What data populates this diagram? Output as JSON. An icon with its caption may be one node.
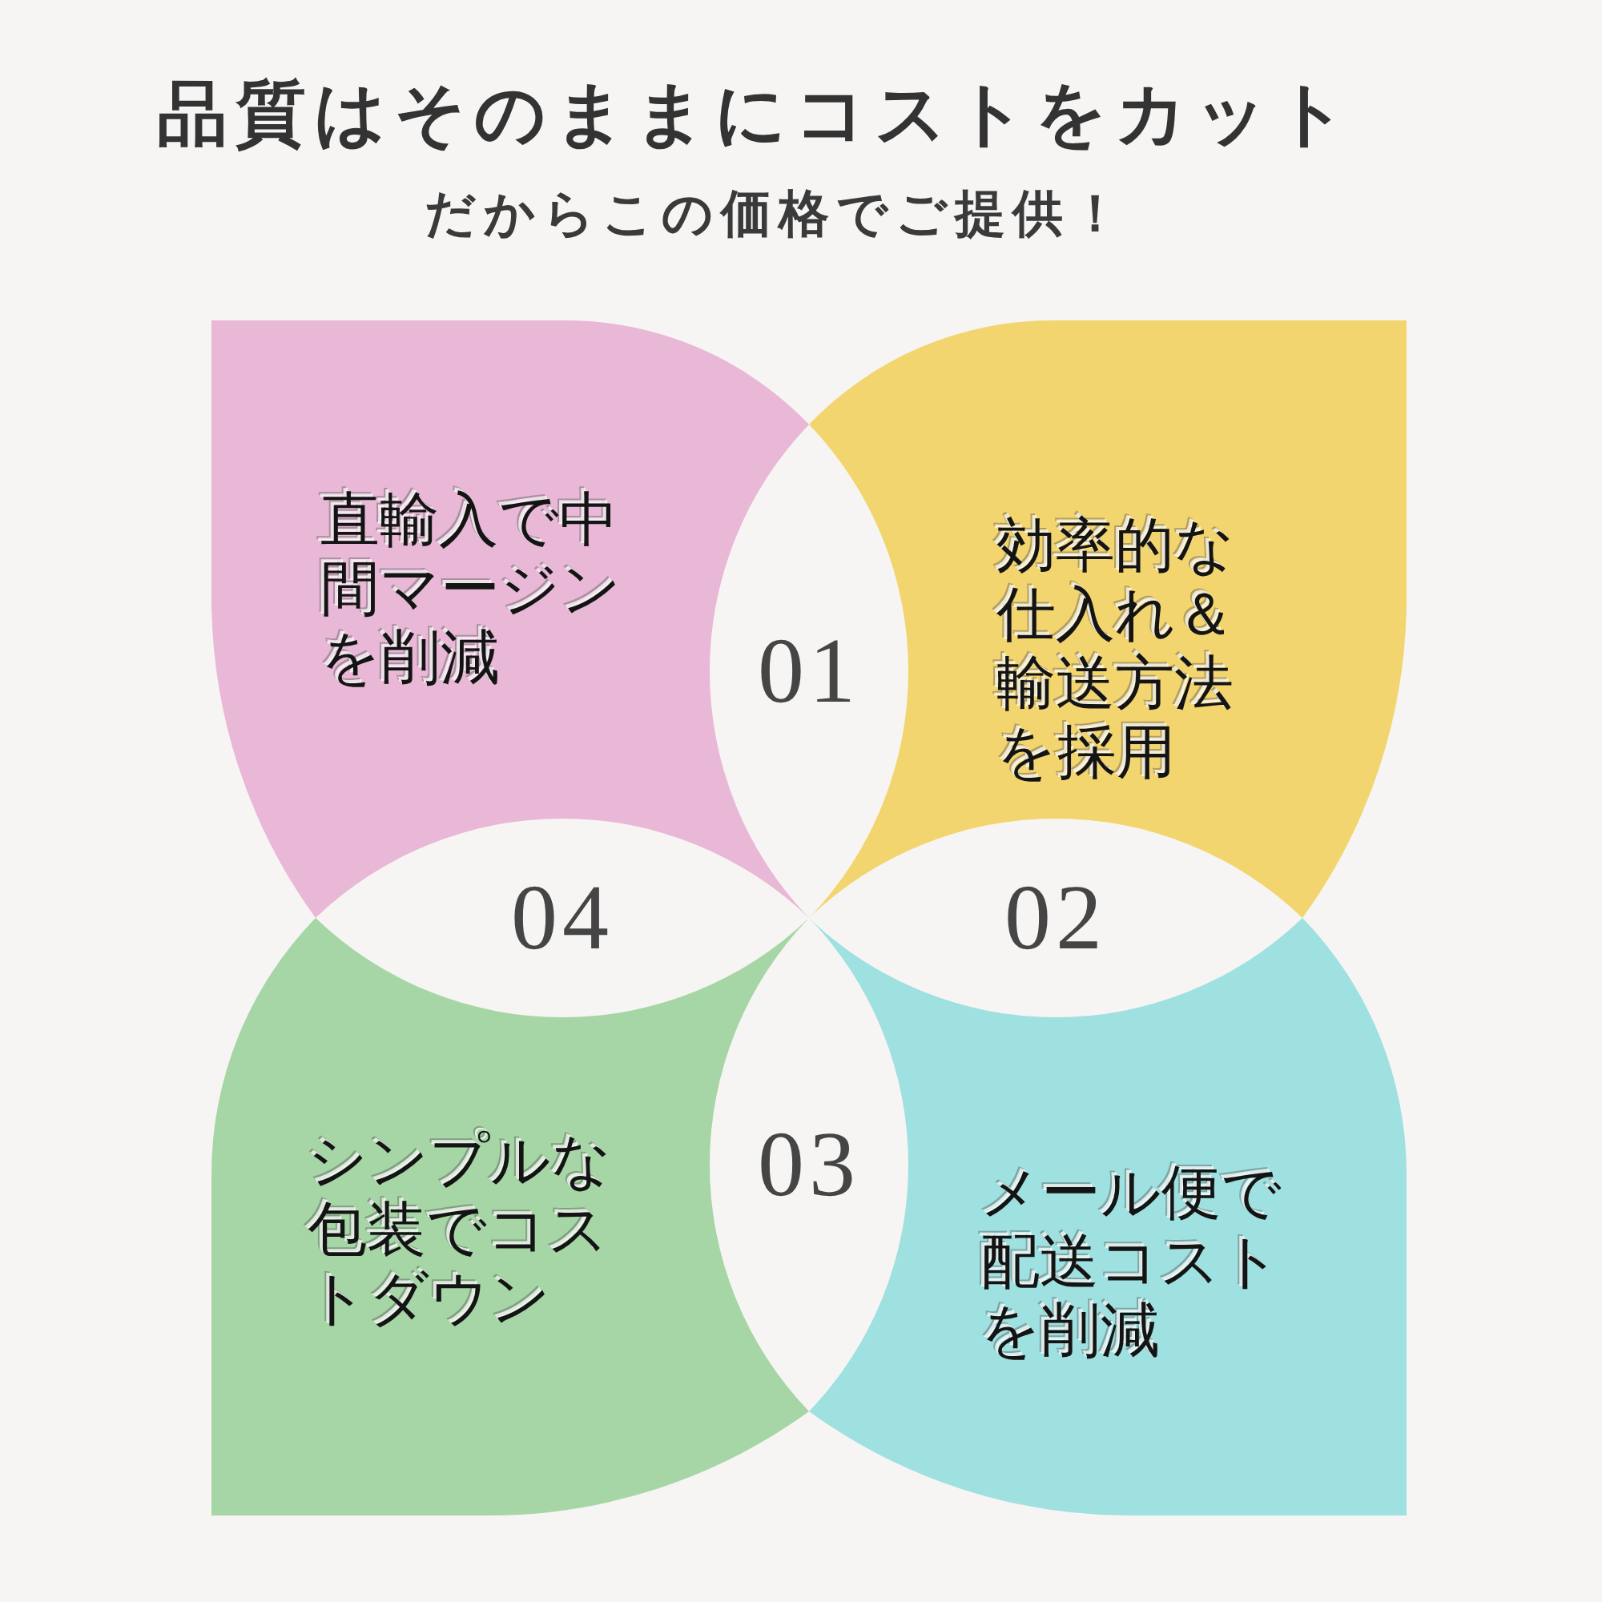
{
  "diagram": {
    "title": "品質はそのままにコストをカット",
    "nodes": [
      {
        "text": [
          "直輸入で中間マージンを削減"
        ]
      },
      {
        "text": [
          "効率的な仕入れ＆輸送方法を採用"
        ]
      },
      {
        "text": [
          "シンプルな包装でコストダウン"
        ]
      },
      {
        "text": [
          "メール便で配送コストを削減"
        ]
      }
    ],
    "labels": [
      "だからこの価格でご提供！",
      "01",
      "04",
      "02",
      "03"
    ]
  }
}
